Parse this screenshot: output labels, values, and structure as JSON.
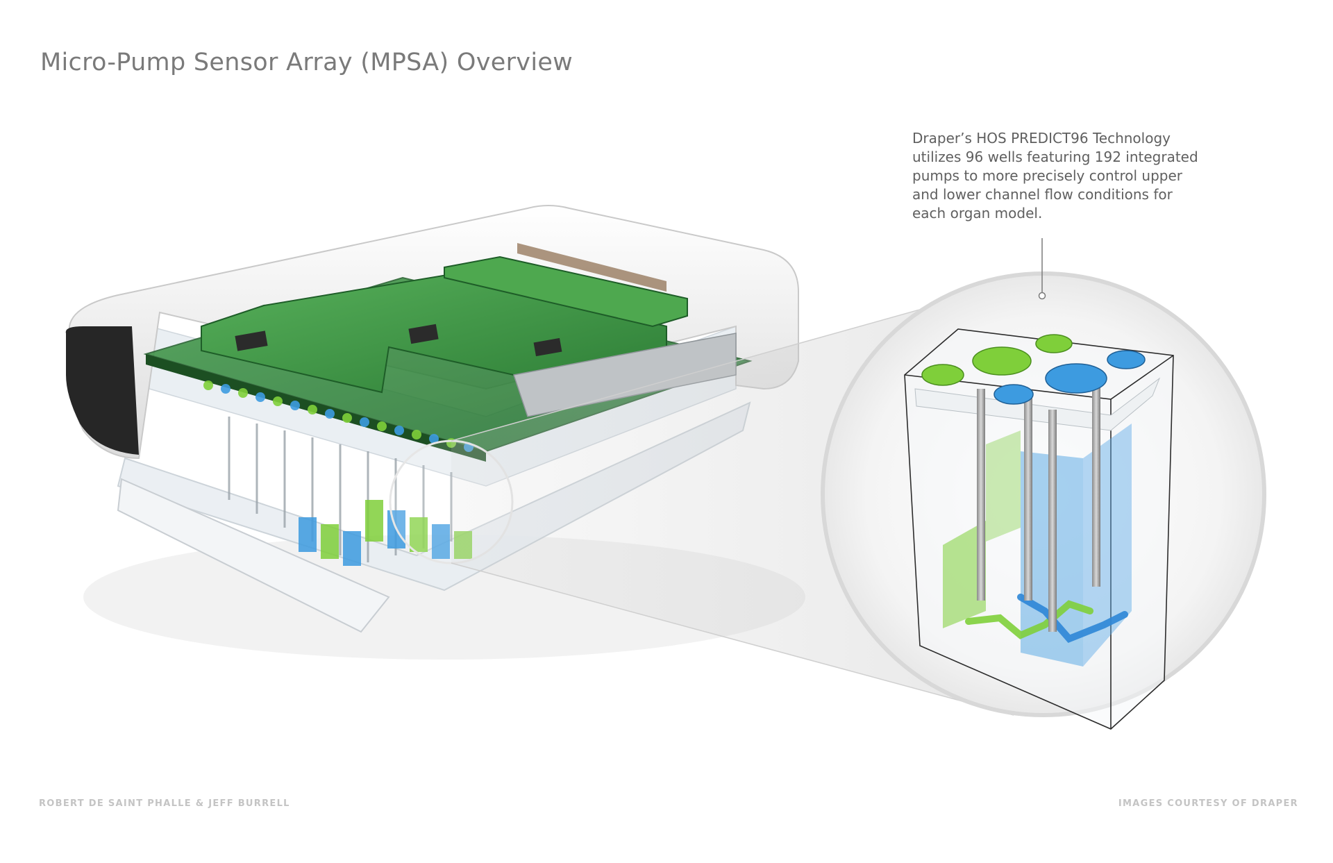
{
  "title": "Micro-Pump Sensor Array (MPSA) Overview",
  "callout": {
    "lines": [
      "Draper’s HOS PREDICT96 Technology",
      "utilizes 96 wells featuring 192 integrated",
      "pumps to more precisely control upper",
      "and lower channel flow conditions for",
      "each organ model."
    ]
  },
  "credits": {
    "left": "ROBERT DE SAINT PHALLE & JEFF BURRELL",
    "right": "IMAGES COURTESY OF DRAPER"
  },
  "colors": {
    "pcb_green": "#2f8a3c",
    "pump_green": "#7fcf3a",
    "pump_blue": "#3d9be0",
    "housing_white": "#f2f2f2",
    "housing_dark": "#2a2a2a"
  },
  "icons": {
    "device": "mpsa-device-cutaway",
    "well": "single-well-detail"
  }
}
